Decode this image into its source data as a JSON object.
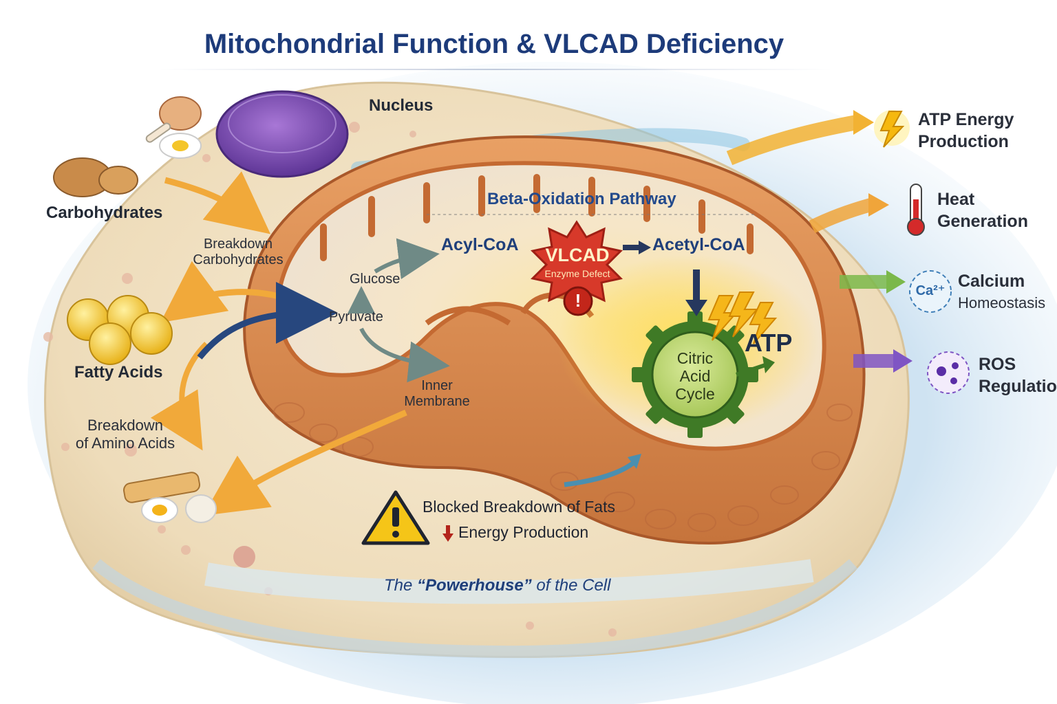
{
  "title": "Mitochondrial Function & VLCAD Deficiency",
  "labels": {
    "nucleus": "Nucleus",
    "carbohydrates": "Carbohydrates",
    "breakdown_carbs_line1": "Breakdown",
    "breakdown_carbs_line2": "Carbohydrates",
    "fatty_acids": "Fatty Acids",
    "breakdown_amino_line1": "Breakdown",
    "breakdown_amino_line2": "of Amino Acids",
    "beta_oxidation": "Beta-Oxidation Pathway",
    "glucose": "Glucose",
    "pyruvate": "Pyruvate",
    "inner_membrane_line1": "Inner",
    "inner_membrane_line2": "Membrane",
    "acyl_coa": "Acyl-CoA",
    "acetyl_coa": "Acetyl-CoA",
    "vlcad": "VLCAD",
    "vlcad_sub": "Enzyme Defect",
    "vlcad_alert": "!",
    "citric_line1": "Citric",
    "citric_line2": "Acid",
    "citric_line3": "Cycle",
    "atp": "ATP",
    "warning_line1": "Blocked Breakdown of Fats",
    "warning_line2": "Energy Production",
    "powerhouse_pre": "The ",
    "powerhouse_bold": "“Powerhouse”",
    "powerhouse_post": " of the Cell"
  },
  "outputs": [
    {
      "line1": "ATP Energy",
      "line2": "Production",
      "color": "#f2b233",
      "icon": "lightning-icon"
    },
    {
      "line1": "Heat",
      "line2": "Generation",
      "color": "#f0a53a",
      "icon": "thermometer-icon"
    },
    {
      "line1": "Calcium",
      "line2": "Homeostasis",
      "color": "#7bb84a",
      "icon": "calcium-ion-icon",
      "icon_text": "Ca²⁺"
    },
    {
      "line1": "ROS",
      "line2": "Regulation",
      "color": "#7f55c4",
      "icon": "ros-molecule-icon"
    }
  ],
  "colors": {
    "title": "#1d3b7a",
    "vlcad_burst": "#d7392a",
    "citric_gear": "#4f8a2e",
    "mito_outer": "#d98a4a",
    "cytoplasm": "#f1e3c6",
    "warning": "#f5c518"
  }
}
